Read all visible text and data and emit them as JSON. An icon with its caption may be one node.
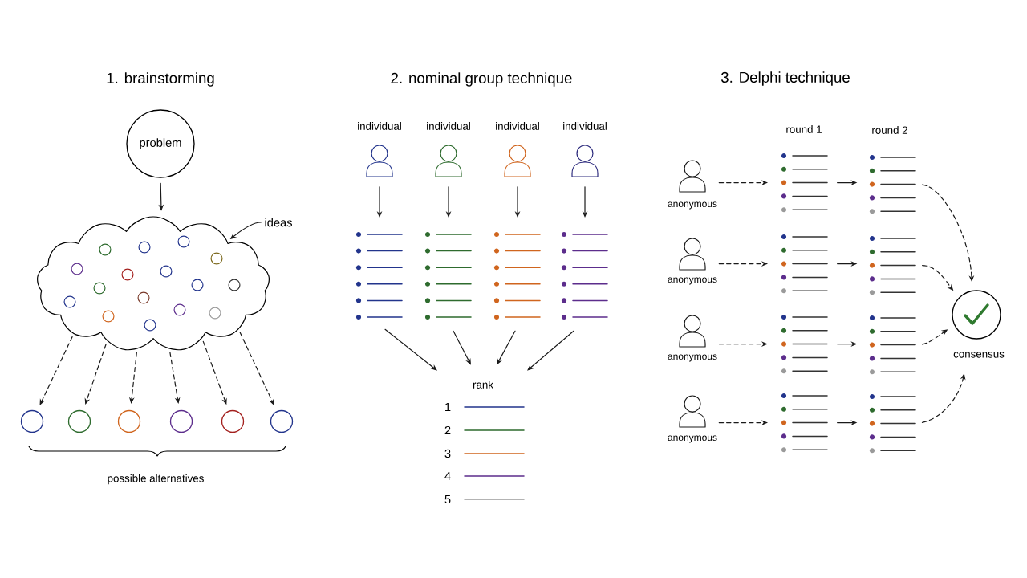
{
  "diagram": {
    "nodes": [
      {
        "text": [
          "problem"
        ]
      },
      {
        "text": [],
        "shape": "cloud"
      },
      {
        "text": [
          "ideas"
        ]
      },
      {
        "text": [],
        "shape": "circle"
      },
      {
        "text": [],
        "shape": "circle"
      },
      {
        "text": [],
        "shape": "circle"
      },
      {
        "text": [],
        "shape": "circle"
      },
      {
        "text": [],
        "shape": "circle"
      },
      {
        "text": [],
        "shape": "circle"
      },
      {
        "text": [
          "individual"
        ]
      },
      {
        "text": [
          "individual"
        ]
      },
      {
        "text": [
          "individual"
        ]
      },
      {
        "text": [
          "individual"
        ]
      },
      {
        "text": [],
        "shape": "list"
      },
      {
        "text": [],
        "shape": "list"
      },
      {
        "text": [],
        "shape": "list"
      },
      {
        "text": [],
        "shape": "list"
      },
      {
        "text": [
          "rank",
          "1",
          "2",
          "3",
          "4",
          "5"
        ]
      },
      {
        "text": [
          "anonymous"
        ]
      },
      {
        "text": [],
        "shape": "list"
      },
      {
        "text": [],
        "shape": "list"
      },
      {
        "text": [
          "anonymous"
        ]
      },
      {
        "text": [],
        "shape": "list"
      },
      {
        "text": [],
        "shape": "list"
      },
      {
        "text": [
          "anonymous"
        ]
      },
      {
        "text": [],
        "shape": "list"
      },
      {
        "text": [],
        "shape": "list"
      },
      {
        "text": [
          "anonymous"
        ]
      },
      {
        "text": [],
        "shape": "list"
      },
      {
        "text": [],
        "shape": "list"
      },
      {
        "text": [
          "consensus"
        ]
      }
    ],
    "edges": [
      {
        "from": 0,
        "to": 1,
        "arrow": "to"
      },
      {
        "from": 2,
        "to": 1,
        "arrow": "to"
      },
      {
        "from": 1,
        "to": 3,
        "arrow": "to",
        "style": "dashed"
      },
      {
        "from": 1,
        "to": 4,
        "arrow": "to",
        "style": "dashed"
      },
      {
        "from": 1,
        "to": 5,
        "arrow": "to",
        "style": "dashed"
      },
      {
        "from": 1,
        "to": 6,
        "arrow": "to",
        "style": "dashed"
      },
      {
        "from": 1,
        "to": 7,
        "arrow": "to",
        "style": "dashed"
      },
      {
        "from": 1,
        "to": 8,
        "arrow": "to",
        "style": "dashed"
      },
      {
        "from": 9,
        "to": 13,
        "arrow": "to"
      },
      {
        "from": 10,
        "to": 14,
        "arrow": "to"
      },
      {
        "from": 11,
        "to": 15,
        "arrow": "to"
      },
      {
        "from": 12,
        "to": 16,
        "arrow": "to"
      },
      {
        "from": 13,
        "to": 17,
        "arrow": "to"
      },
      {
        "from": 14,
        "to": 17,
        "arrow": "to"
      },
      {
        "from": 15,
        "to": 17,
        "arrow": "to"
      },
      {
        "from": 16,
        "to": 17,
        "arrow": "to"
      },
      {
        "from": 18,
        "to": 19,
        "arrow": "to",
        "style": "dashed"
      },
      {
        "from": 19,
        "to": 20,
        "arrow": "to"
      },
      {
        "from": 21,
        "to": 22,
        "arrow": "to",
        "style": "dashed"
      },
      {
        "from": 22,
        "to": 23,
        "arrow": "to"
      },
      {
        "from": 24,
        "to": 25,
        "arrow": "to",
        "style": "dashed"
      },
      {
        "from": 25,
        "to": 26,
        "arrow": "to"
      },
      {
        "from": 27,
        "to": 28,
        "arrow": "to",
        "style": "dashed"
      },
      {
        "from": 28,
        "to": 29,
        "arrow": "to"
      },
      {
        "from": 20,
        "to": 30,
        "arrow": "to",
        "style": "dashed"
      },
      {
        "from": 23,
        "to": 30,
        "arrow": "to",
        "style": "dashed"
      },
      {
        "from": 26,
        "to": 30,
        "arrow": "to",
        "style": "dashed"
      },
      {
        "from": 29,
        "to": 30,
        "arrow": "to",
        "style": "dashed"
      }
    ],
    "labels": [
      "1. brainstorming",
      "2. nominal group technique",
      "3. Delphi technique",
      "round 1",
      "round 2",
      "possible alternatives"
    ]
  }
}
